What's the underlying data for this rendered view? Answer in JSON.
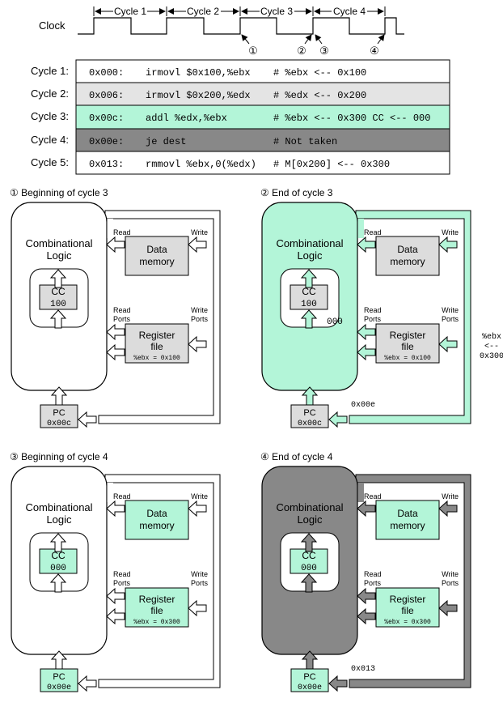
{
  "timing": {
    "clock_label": "Clock",
    "cycles": [
      "Cycle 1",
      "Cycle 2",
      "Cycle 3",
      "Cycle 4"
    ],
    "markers": [
      "①",
      "②",
      "③",
      "④"
    ]
  },
  "instructions": [
    {
      "label": "Cycle 1:",
      "addr": "0x000:",
      "code": "irmovl $0x100,%ebx",
      "comment": "# %ebx <-- 0x100"
    },
    {
      "label": "Cycle 2:",
      "addr": "0x006:",
      "code": "irmovl $0x200,%edx",
      "comment": "# %edx <-- 0x200"
    },
    {
      "label": "Cycle 3:",
      "addr": "0x00c:",
      "code": "addl %edx,%ebx",
      "comment": "# %ebx <-- 0x300 CC <-- 000"
    },
    {
      "label": "Cycle 4:",
      "addr": "0x00e:",
      "code": "je dest",
      "comment": "# Not taken"
    },
    {
      "label": "Cycle 5:",
      "addr": "0x013:",
      "code": "rmmovl %ebx,0(%edx)",
      "comment": "# M[0x200] <-- 0x300"
    }
  ],
  "colors": {
    "green": "#b3f5d8",
    "gray_row": "#e4e4e4",
    "dark": "#888888",
    "box_gray": "#dcdcdc"
  },
  "labels": {
    "comb_logic_1": "Combinational",
    "comb_logic_2": "Logic",
    "read": "Read",
    "write": "Write",
    "data_memory_1": "Data",
    "data_memory_2": "memory",
    "read_ports_1": "Read",
    "read_ports_2": "Ports",
    "write_ports_1": "Write",
    "write_ports_2": "Ports",
    "register_file_1": "Register",
    "register_file_2": "file",
    "cc": "CC",
    "pc": "PC"
  },
  "panels": [
    {
      "title": "① Beginning of cycle 3",
      "cc_value": "100",
      "reg_value": "%ebx = 0x100",
      "pc_value": "0x00c",
      "cc_out": "",
      "pc_next": "",
      "write_note": ""
    },
    {
      "title": "② End of cycle 3",
      "cc_value": "100",
      "reg_value": "%ebx = 0x100",
      "pc_value": "0x00c",
      "cc_out": "000",
      "pc_next": "0x00e",
      "write_note_1": "%ebx",
      "write_note_2": "<--",
      "write_note_3": "0x300"
    },
    {
      "title": "③ Beginning of cycle 4",
      "cc_value": "000",
      "reg_value": "%ebx = 0x300",
      "pc_value": "0x00e",
      "cc_out": "",
      "pc_next": "",
      "write_note": ""
    },
    {
      "title": "④ End of cycle 4",
      "cc_value": "000",
      "reg_value": "%ebx = 0x300",
      "pc_value": "0x00e",
      "cc_out": "",
      "pc_next": "0x013",
      "write_note": ""
    }
  ]
}
